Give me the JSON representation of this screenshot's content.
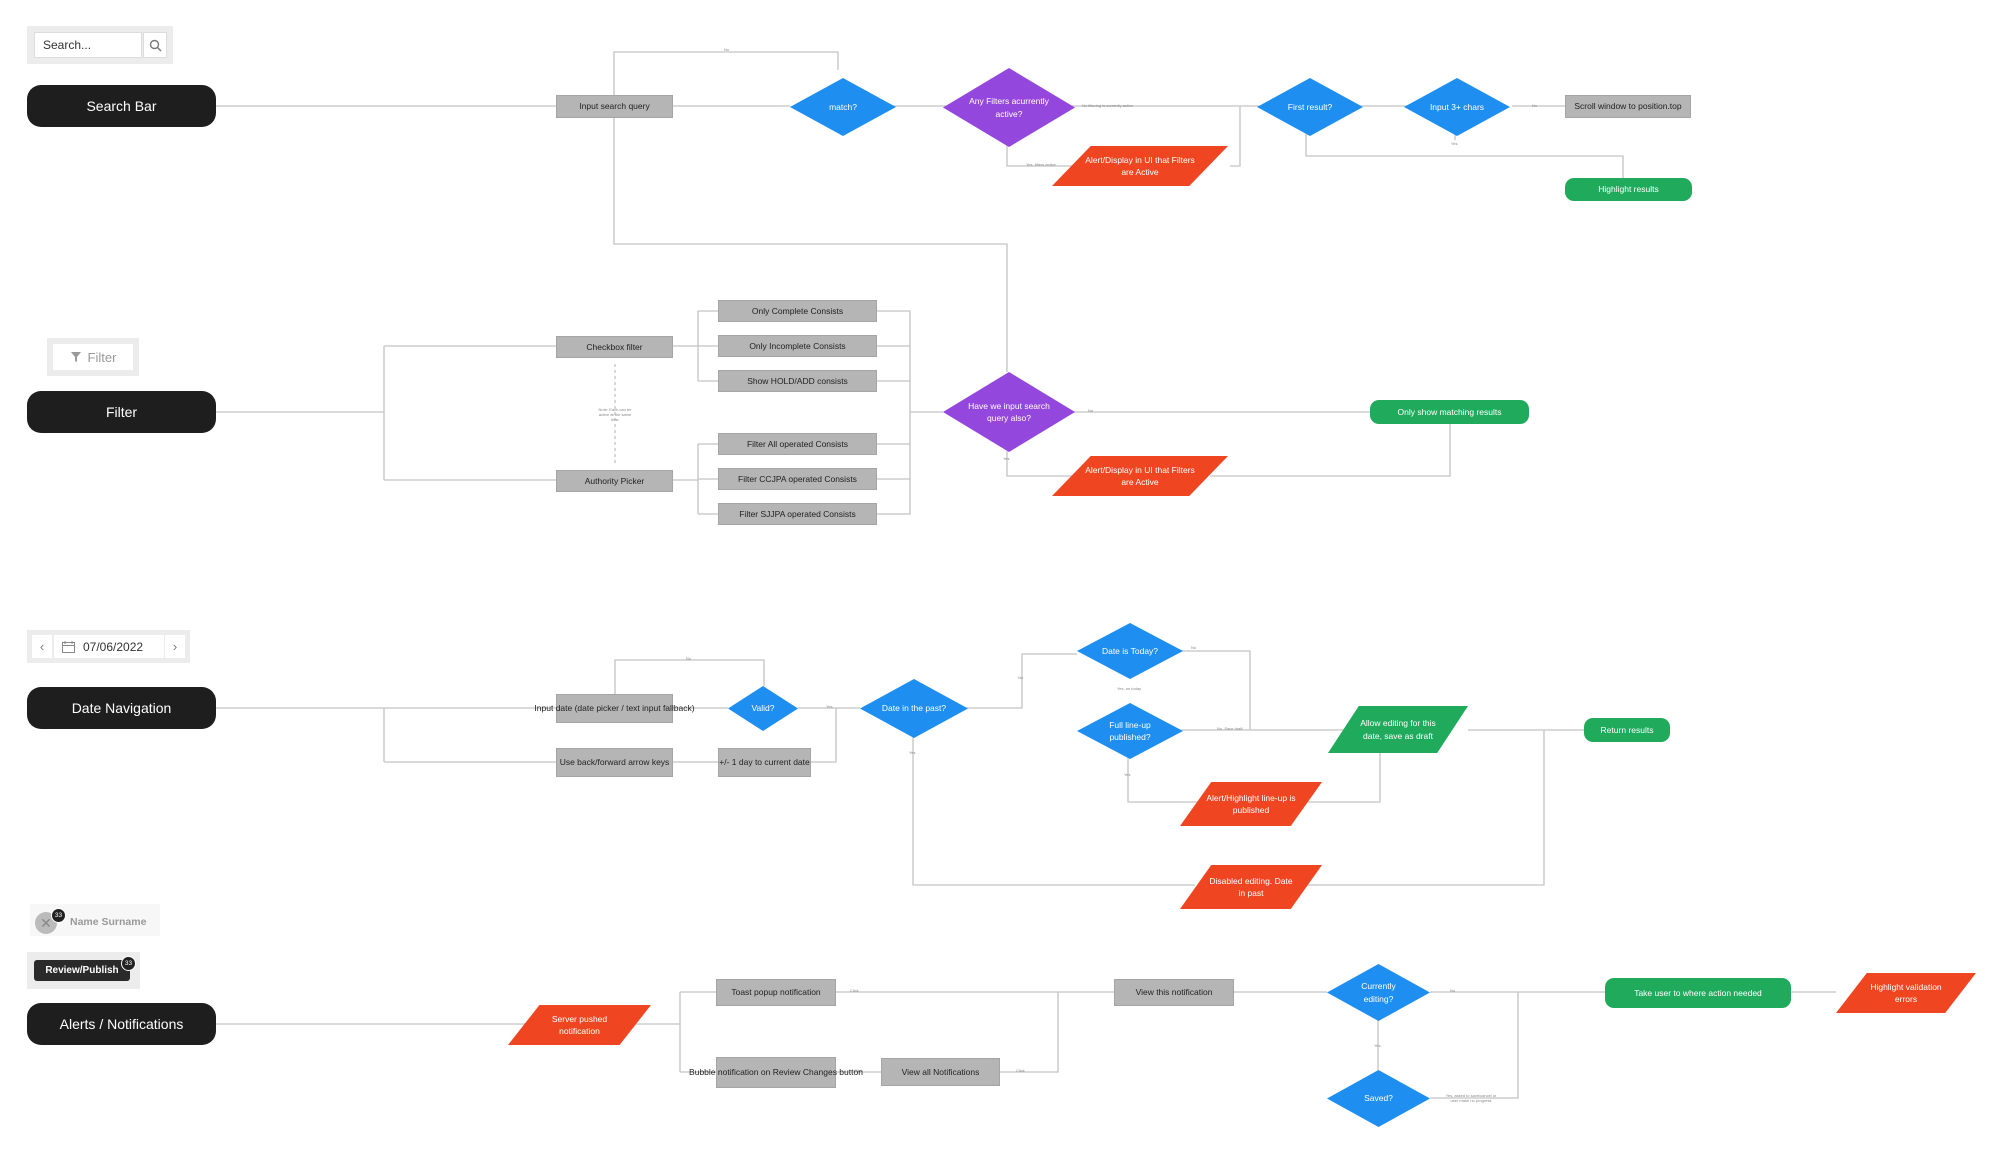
{
  "widgets": {
    "search": {
      "placeholder": "Search..."
    },
    "filter": {
      "label": "Filter"
    },
    "date": {
      "value": "07/06/2022"
    },
    "user": {
      "name": "Name Surname",
      "badge": "33"
    },
    "review": {
      "label": "Review/Publish",
      "badge": "33"
    }
  },
  "lanes": {
    "search": "Search Bar",
    "filter": "Filter",
    "date": "Date Navigation",
    "alerts": "Alerts / Notifications"
  },
  "nodes": {
    "input_search_query": "Input search query",
    "match": "match?",
    "any_filters": "Any Filters acurrently active?",
    "alert_filters_1": "Alert/Display in UI that Filters are Active",
    "first_result": "First result?",
    "input_3_chars": "Input 3+ chars",
    "scroll_window": "Scroll window to position.top",
    "highlight_results": "Highlight results",
    "checkbox_filter": "Checkbox filter",
    "authority_picker": "Authority Picker",
    "only_complete": "Only Complete Consists",
    "only_incomplete": "Only Incomplete Consists",
    "show_hold": "Show HOLD/ADD consists",
    "filter_all": "Filter All operated Consists",
    "filter_ccjpa": "Filter CCJPA operated Consists",
    "filter_sjjpa": "Filter SJJPA operated Consists",
    "have_we_input": "Have we input search query also?",
    "alert_filters_2": "Alert/Display in UI that Filters are Active",
    "only_show_matching": "Only show matching results",
    "input_date": "Input date (date picker / text input fallback)",
    "use_arrow_keys": "Use back/forward arrow keys",
    "valid": "Valid?",
    "plus_minus_day": "+/- 1 day to current date",
    "date_in_past": "Date in the past?",
    "date_is_today": "Date is Today?",
    "full_lineup_published": "Full line-up published?",
    "allow_editing": "Allow editing for this date, save as draft",
    "alert_lineup_published": "Alert/Highlight line-up is published",
    "disabled_editing": "Disabled editing. Date in past",
    "return_results": "Return results",
    "server_pushed": "Server pushed notification",
    "toast_popup": "Toast popup notification",
    "bubble_notification": "Bubble notification on Review Changes button",
    "view_all_notifications": "View all Notifications",
    "view_this_notification": "View this notification",
    "currently_editing": "Currently editing?",
    "saved": "Saved?",
    "take_user": "Take user to where action needed",
    "highlight_validation": "Highlight validation errors"
  },
  "edge_labels": {
    "match_no": "No",
    "filters_no": "No filtering is currently active",
    "filters_yes": "Yes, filters active",
    "chars_no": "No",
    "chars_yes": "Yes",
    "filter_note": "Note: Each can be active at the same time",
    "have_no": "No",
    "have_yes": "Yes",
    "valid_no": "No",
    "valid_yes": "Yes",
    "past_no": "No",
    "past_yes": "Yes",
    "today_no": "No",
    "today_yes": "Yes, on today",
    "published_no": "No, Save draft",
    "published_yes": "Yes",
    "toast_click": "Click",
    "bubble_click": "Click",
    "all_click": "Click",
    "editing_no": "No",
    "editing_yes": "Yes",
    "saved_yes": "Yes, asked to save/cancel or user make no progress"
  }
}
